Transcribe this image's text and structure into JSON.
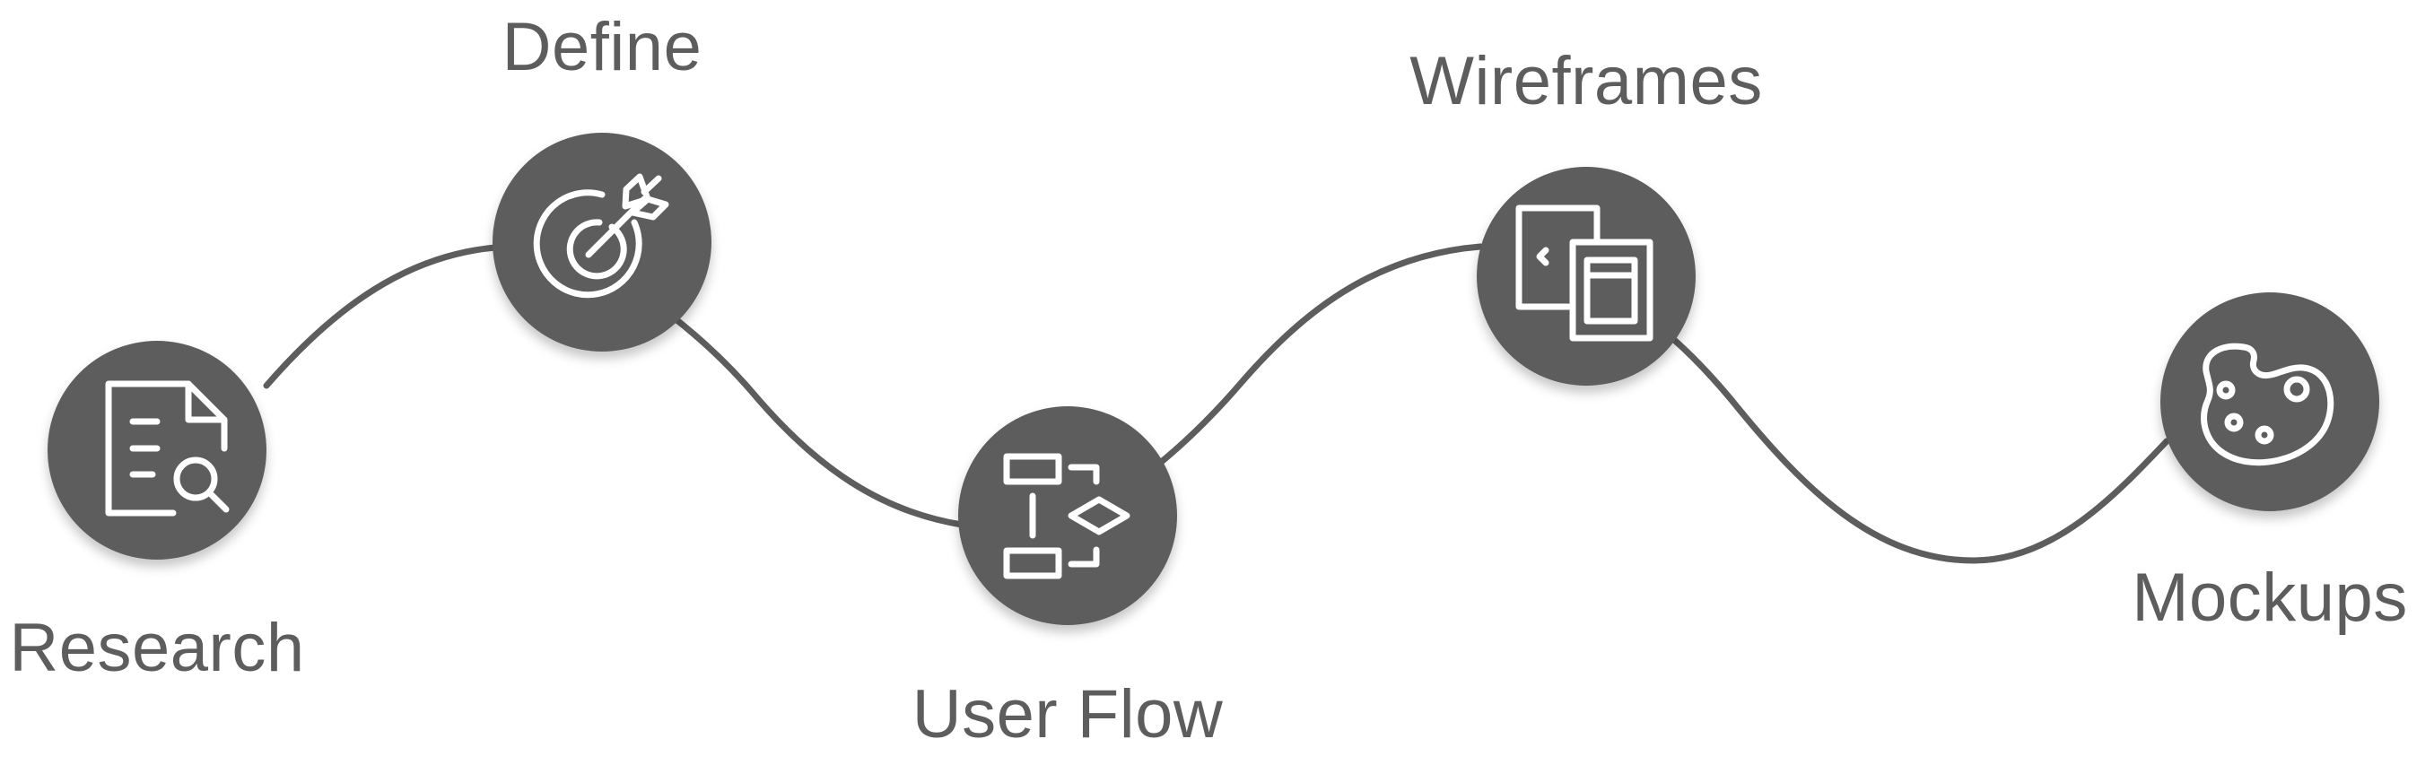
{
  "colors": {
    "node_fill": "#5d5d5d",
    "connector": "#5d5d5d",
    "icon_stroke": "#ffffff",
    "label_text": "#5d5d5d",
    "background": "#ffffff"
  },
  "steps": [
    {
      "label": "Research",
      "icon": "document-search-icon"
    },
    {
      "label": "Define",
      "icon": "target-dart-icon"
    },
    {
      "label": "User Flow",
      "icon": "flowchart-icon"
    },
    {
      "label": "Wireframes",
      "icon": "wireframe-screens-icon"
    },
    {
      "label": "Mockups",
      "icon": "palette-icon"
    }
  ]
}
